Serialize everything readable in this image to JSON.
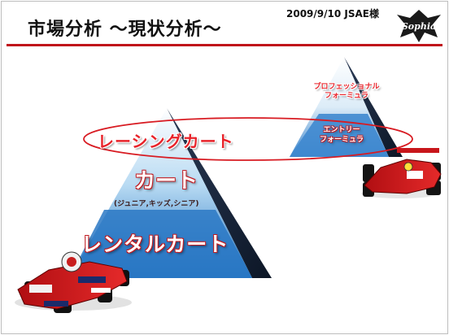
{
  "header": {
    "title": "市場分析 〜現状分析〜",
    "dateline": "2009/9/10  JSAE様",
    "logo_text": "Sophia"
  },
  "pyramid_main": {
    "top_label": "レーシングカート",
    "middle_label": "カート",
    "middle_sublabel": "(ジュニア,キッズ,シニア)",
    "bottom_label": "レンタルカート"
  },
  "pyramid_right": {
    "top_label": "プロフェッショナル\nフォーミュラ",
    "bottom_label": "エントリー\nフォーミュラ"
  },
  "images": {
    "kart": "racing-kart-photo",
    "formula_car": "formula-car-photo"
  },
  "colors": {
    "accent": "#c0121a",
    "label_red": "#e8232a",
    "pyramid_blue": "#2a78c4"
  }
}
